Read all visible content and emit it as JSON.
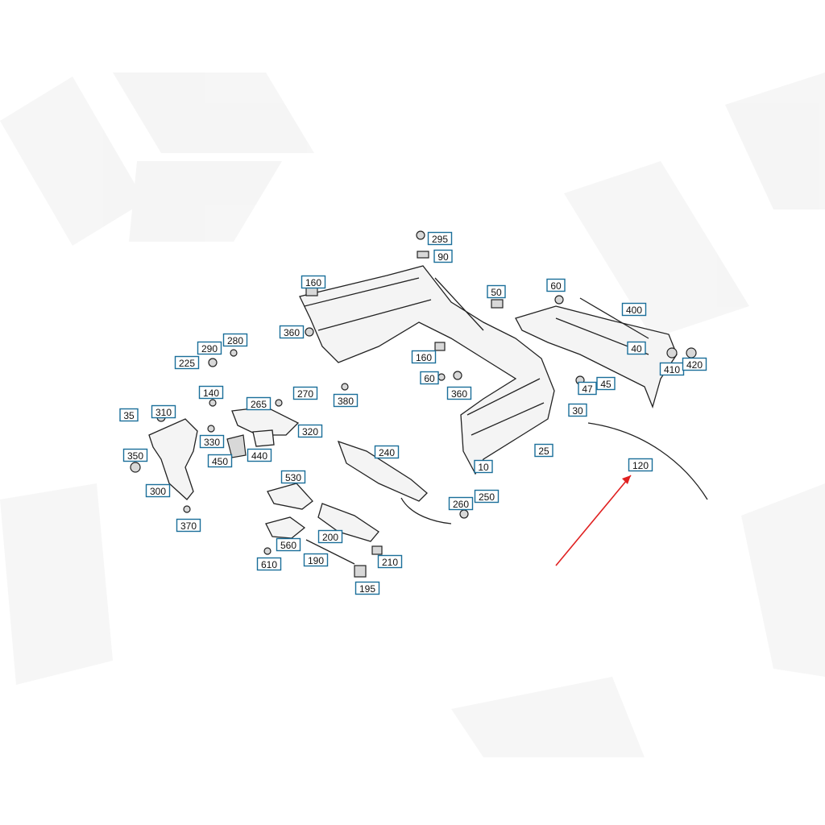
{
  "diagram": {
    "labels": [
      "295",
      "90",
      "160",
      "50",
      "60",
      "400",
      "360",
      "40",
      "410",
      "420",
      "290",
      "280",
      "225",
      "160",
      "60",
      "45",
      "47",
      "360",
      "140",
      "265",
      "270",
      "380",
      "30",
      "35",
      "310",
      "320",
      "330",
      "450",
      "440",
      "240",
      "25",
      "350",
      "10",
      "120",
      "300",
      "530",
      "260",
      "250",
      "370",
      "560",
      "200",
      "190",
      "610",
      "210",
      "195"
    ],
    "arrow_color": "#e02020",
    "label_border_color": "#1a6e9a"
  }
}
